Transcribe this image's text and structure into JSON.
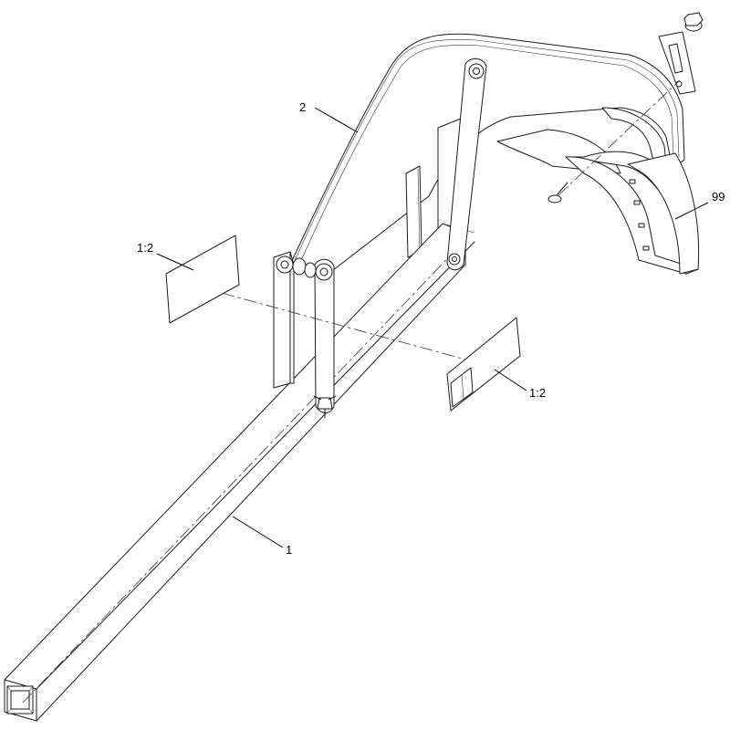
{
  "callouts": {
    "part_1": "1",
    "part_2": "2",
    "part_99": "99",
    "decal_left": "1:2",
    "decal_right": "1:2"
  },
  "colors": {
    "line": "#1a1a1a",
    "background": "#ffffff"
  }
}
